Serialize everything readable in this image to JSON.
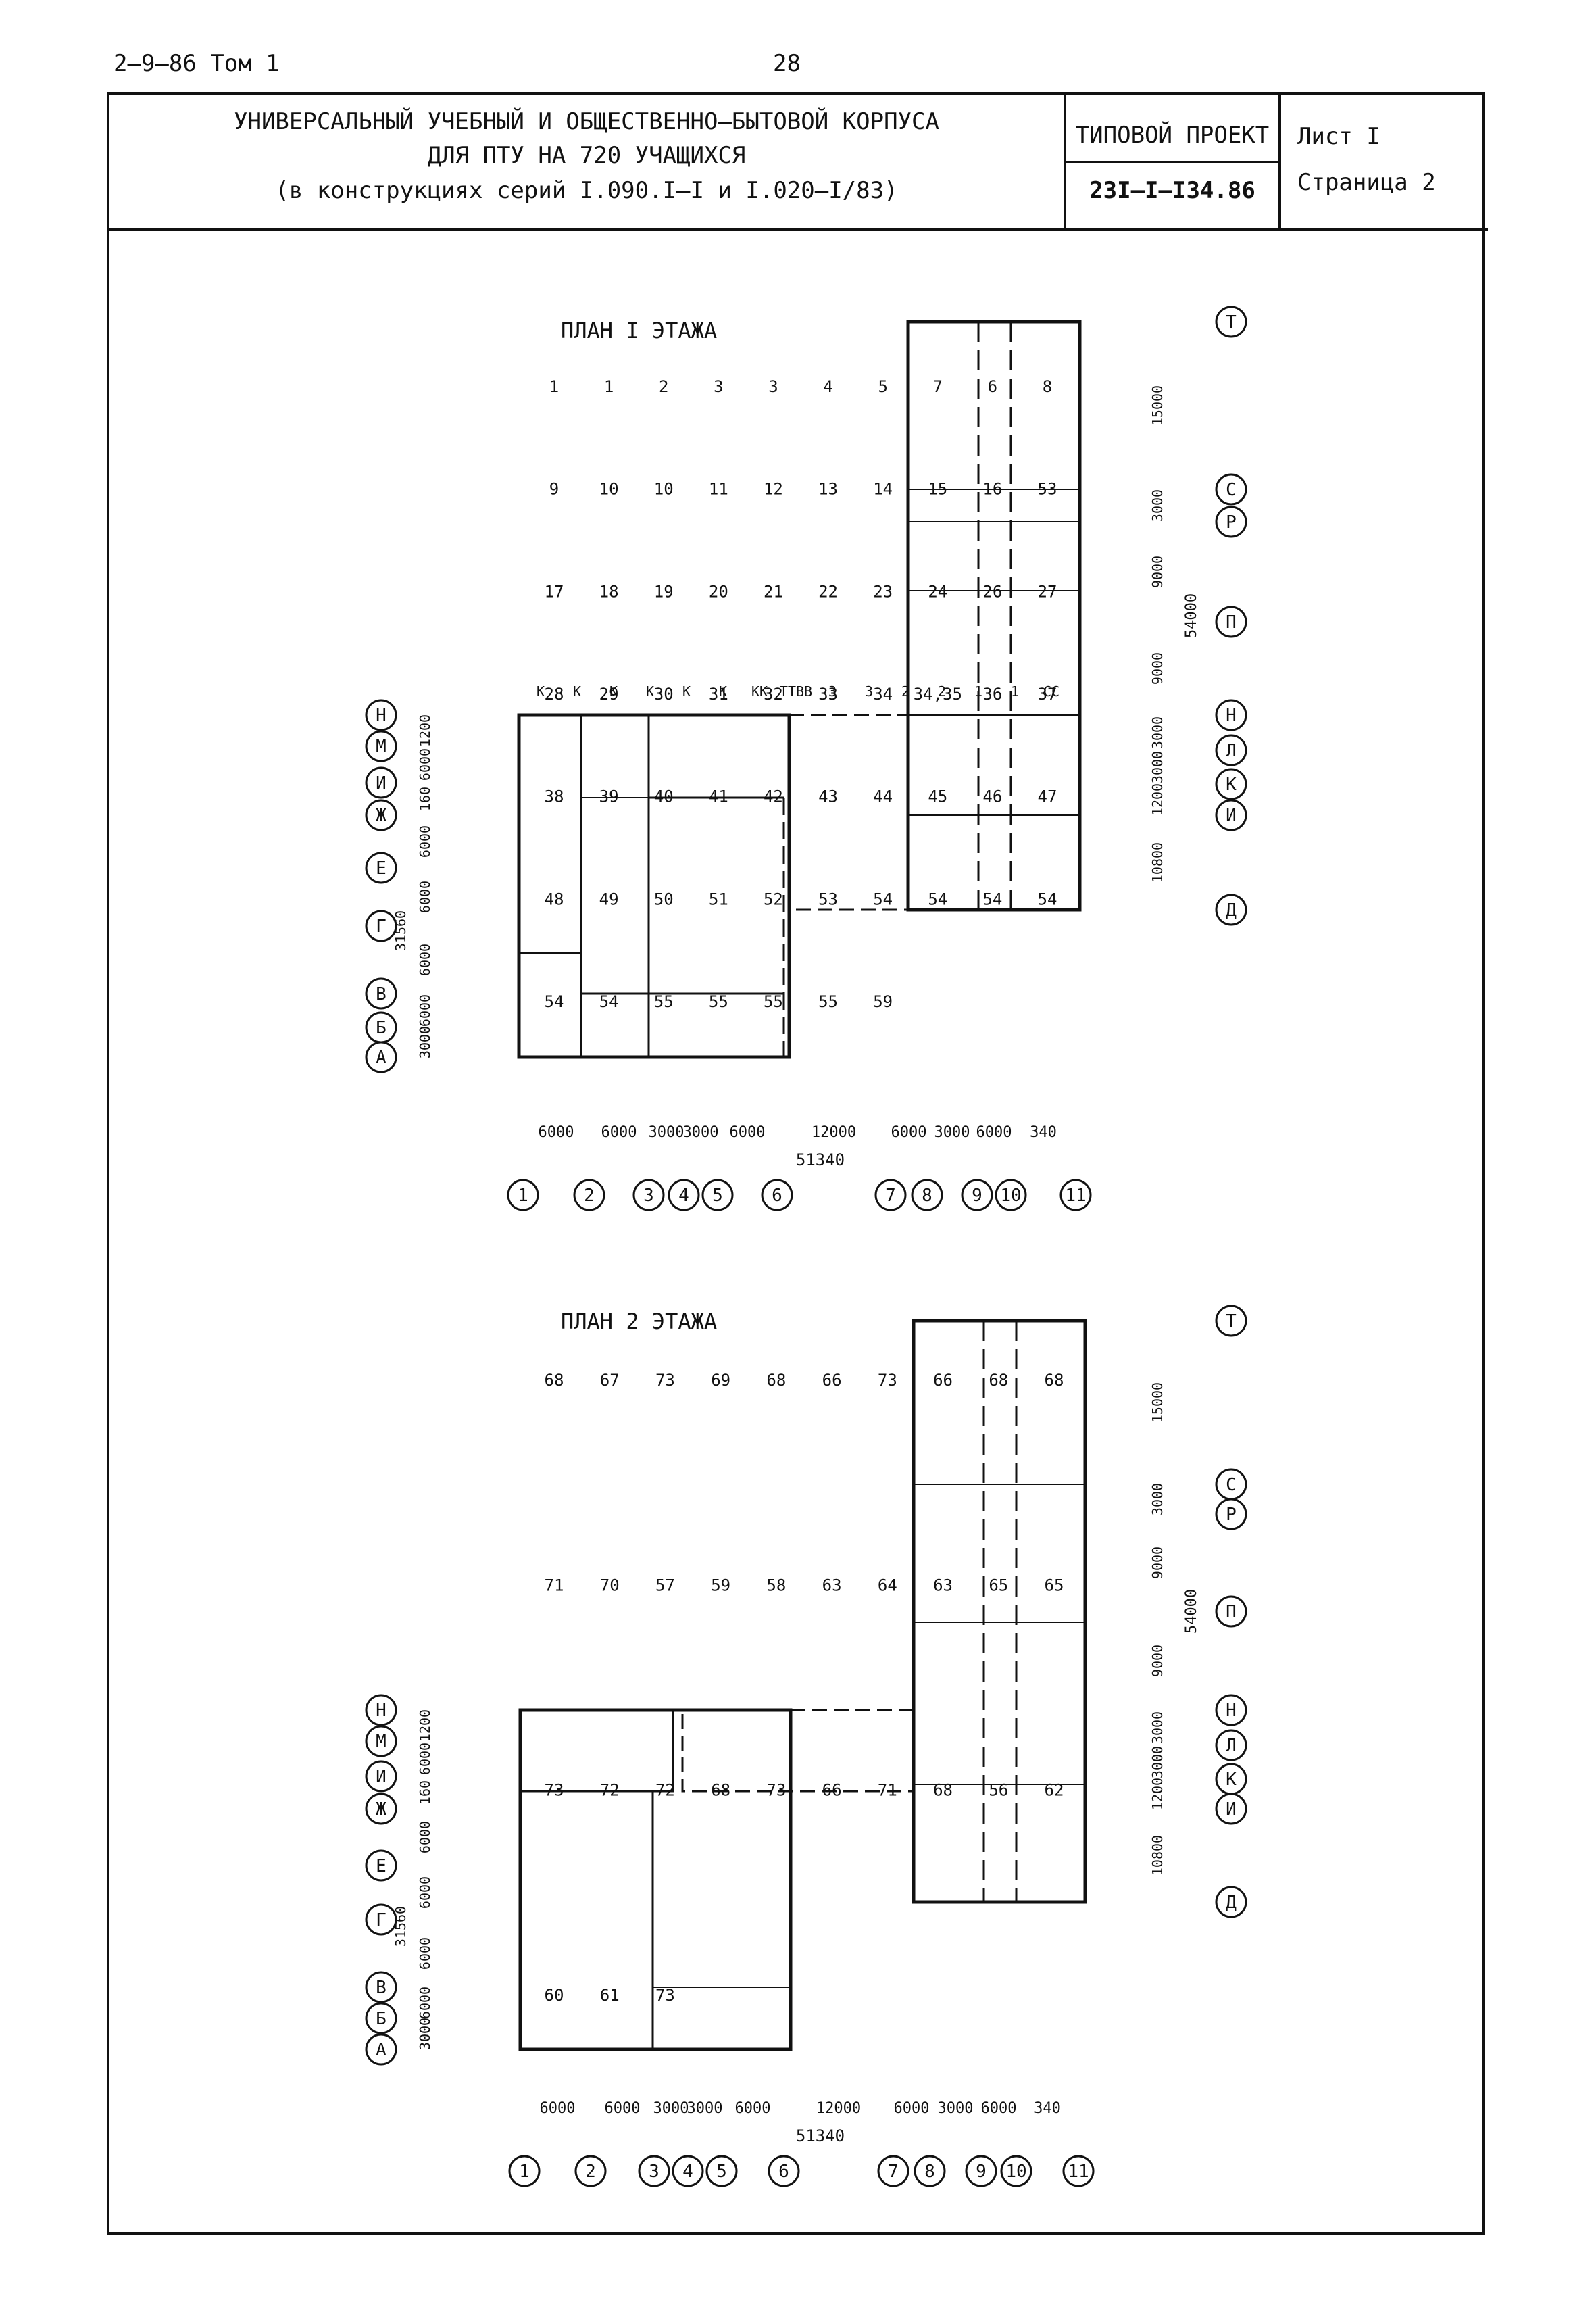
{
  "page_header": {
    "left": "2–9–86 Том 1",
    "page_number": "28"
  },
  "title_block": {
    "title_line1": "УНИВЕРСАЛЬНЫЙ УЧЕБНЫЙ И ОБЩЕСТВЕННО–БЫТОВОЙ КОРПУСА",
    "title_line2": "ДЛЯ ПТУ НА 720 УЧАЩИХСЯ",
    "title_line3": "(в конструкциях серий I.090.I–I и I.020–I/83)",
    "project_label": "ТИПОВОЙ ПРОЕКТ",
    "project_number": "23I–I–I34.86",
    "sheet": "Лист I",
    "page": "Страница 2"
  },
  "plan1": {
    "title": "ПЛАН I ЭТАЖА",
    "rooms": [
      "1",
      "1",
      "2",
      "3",
      "3",
      "4",
      "5",
      "7",
      "6",
      "8",
      "9",
      "10",
      "10",
      "11",
      "12",
      "13",
      "14",
      "15",
      "16",
      "53",
      "17",
      "18",
      "19",
      "20",
      "21",
      "22",
      "23",
      "24",
      "26",
      "27",
      "28",
      "29",
      "30",
      "31",
      "32",
      "33",
      "34",
      "34,35",
      "36",
      "37",
      "38",
      "39",
      "40",
      "41",
      "42",
      "43",
      "44",
      "45",
      "46",
      "47",
      "48",
      "49",
      "50",
      "51",
      "52",
      "53",
      "54",
      "54",
      "54",
      "54",
      "54",
      "54",
      "55",
      "55",
      "55",
      "55",
      "59"
    ],
    "dims_bottom": [
      "6000",
      "6000",
      "3000",
      "3000",
      "6000",
      "12000",
      "6000",
      "3000",
      "6000",
      "340"
    ],
    "total": "51340",
    "dims_left": [
      "1200",
      "6000",
      "160",
      "6000",
      "6000",
      "6000",
      "6000",
      "3000",
      "3000"
    ],
    "dims_right": [
      "15000",
      "3000",
      "9000",
      "9000",
      "3000",
      "3000",
      "1200",
      "10800"
    ],
    "total_right": "54000",
    "dim_left_extra": "31560",
    "axes_bottom": [
      "1",
      "2",
      "3",
      "4",
      "5",
      "6",
      "7",
      "8",
      "9",
      "10",
      "11"
    ],
    "axes_left": [
      "Н",
      "М",
      "И",
      "Ж",
      "Е",
      "Г",
      "В",
      "Б",
      "А"
    ],
    "axes_right": [
      "Т",
      "С",
      "Р",
      "П",
      "Н",
      "Л",
      "К",
      "И",
      "Д"
    ],
    "marks": [
      "К",
      "К",
      "К",
      "К",
      "К",
      "К",
      "КК",
      "ТТВВ",
      "3",
      "3",
      "2",
      "2",
      "1",
      "1",
      "СС"
    ]
  },
  "plan2": {
    "title": "ПЛАН 2 ЭТАЖА",
    "rooms": [
      "68",
      "67",
      "73",
      "69",
      "68",
      "66",
      "73",
      "66",
      "68",
      "68",
      "71",
      "70",
      "57",
      "59",
      "58",
      "63",
      "64",
      "63",
      "65",
      "65",
      "73",
      "72",
      "72",
      "68",
      "73",
      "66",
      "71",
      "68",
      "56",
      "62",
      "60",
      "61",
      "73"
    ],
    "dims_bottom": [
      "6000",
      "6000",
      "3000",
      "3000",
      "6000",
      "12000",
      "6000",
      "3000",
      "6000",
      "340"
    ],
    "total": "51340",
    "dims_left": [
      "1200",
      "6000",
      "160",
      "6000",
      "6000",
      "6000",
      "6000",
      "3000",
      "3000"
    ],
    "dims_right": [
      "15000",
      "3000",
      "9000",
      "9000",
      "3000",
      "3000",
      "1200",
      "10800"
    ],
    "total_right": "54000",
    "dim_left_extra": "31560",
    "axes_bottom": [
      "1",
      "2",
      "3",
      "4",
      "5",
      "6",
      "7",
      "8",
      "9",
      "10",
      "11"
    ],
    "axes_left": [
      "Н",
      "М",
      "И",
      "Ж",
      "Е",
      "Г",
      "В",
      "Б",
      "А"
    ],
    "axes_right": [
      "Т",
      "С",
      "Р",
      "П",
      "Н",
      "Л",
      "К",
      "И",
      "Д"
    ]
  }
}
